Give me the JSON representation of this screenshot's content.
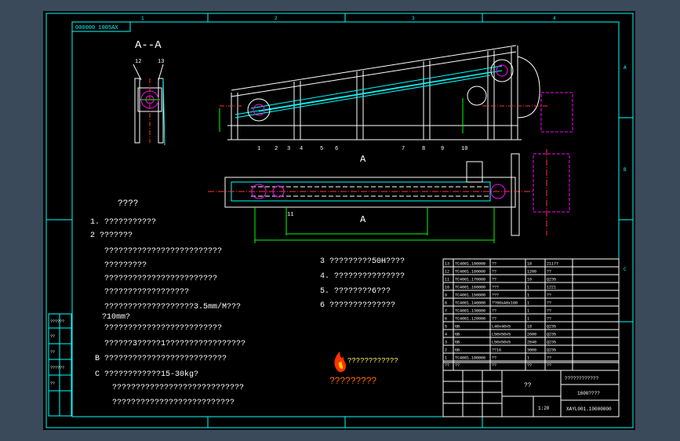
{
  "colors": {
    "canvas": "#3b4a5a",
    "paper": "#000000",
    "frame": "#00ffff",
    "outline": "#ffffff",
    "chain": "#ff00ff",
    "centerline": "#ff3333",
    "accent": "#00ff00",
    "brand": "#ff6600"
  },
  "title_block_code": "000000 1005AX",
  "section": {
    "title": "A--A",
    "labels": [
      "12",
      "13"
    ]
  },
  "section_markers": [
    "A",
    "A"
  ],
  "elevation_callouts": [
    "1",
    "2",
    "3",
    "4",
    "5",
    "6",
    "7",
    "8",
    "9",
    "10"
  ],
  "plan_callout": "11",
  "border_letters": {
    "top": [
      "1",
      "2",
      "3",
      "4"
    ],
    "right": [
      "A",
      "B",
      "C"
    ]
  },
  "notes": {
    "heading": "????",
    "lines": [
      "1.  ???????????",
      "2   ???????",
      "?????????????????????????",
      "?????????",
      "????????????????????????",
      "??????????????????",
      "???????????????????3.5mm/M???",
      "?10mm?",
      "?????????????????????????",
      "??????3?????1?????????????????",
      "B ??????????????????????????",
      "C ????????????15-30kg?",
      "????????????????????????????",
      "??????????????????????????"
    ],
    "right_lines": [
      "3  ?????????50H????",
      "4.  ???????????????",
      "5.  ????????6???",
      "6  ??????????????"
    ]
  },
  "brand": {
    "text1": "????????????",
    "text2": "?????????"
  },
  "parts_table": {
    "rows": [
      [
        "13",
        "TC4001.100000",
        "??",
        "18",
        "21177"
      ],
      [
        "12",
        "TC4001.180000",
        "??",
        "1200",
        "??"
      ],
      [
        "11",
        "TC4001.170000",
        "??",
        "16",
        "Q235"
      ],
      [
        "10",
        "TC4001.160000",
        "???",
        "1",
        "1221"
      ],
      [
        "9",
        "TC4001.150000",
        "???",
        "1",
        "??"
      ],
      [
        "8",
        "TC4001.140000",
        "??00xA0x100",
        "1",
        "??"
      ],
      [
        "7",
        "TC4001.130000",
        "??",
        "1",
        "??"
      ],
      [
        "6",
        "TC4001.120000",
        "??",
        "1",
        "??"
      ],
      [
        "5",
        "GB",
        "L40x40x5",
        "18",
        "Q235"
      ],
      [
        "4",
        "GB",
        "L50x50x5",
        "2600",
        "Q235"
      ],
      [
        "3",
        "GB",
        "L50x50x5",
        "2840",
        "Q235"
      ],
      [
        "2",
        "GB",
        "??16",
        "3060",
        "Q235"
      ],
      [
        "1",
        "TC4001.100000",
        "??",
        "1",
        "??"
      ]
    ],
    "header": [
      "??",
      "??",
      "??",
      "??",
      "??"
    ]
  },
  "title_block": {
    "drawing_title": "????????????",
    "name": "??",
    "spec": "1600????",
    "code": "XAYL001.10000000",
    "sheet": "1:20"
  },
  "left_strip": [
    "??????",
    "??",
    "??",
    "??????",
    "??"
  ]
}
